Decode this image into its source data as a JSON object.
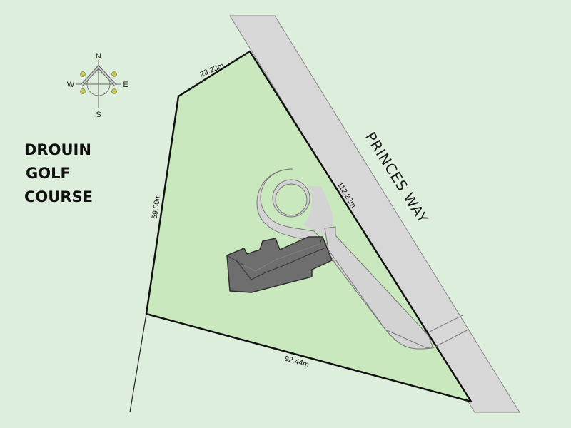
{
  "colors": {
    "background": "#ddeedd",
    "lot_fill": "#c9e8bd",
    "road_fill": "#d7d7d7",
    "driveway_fill": "#d3d3d3",
    "building_fill": "#6e6e6e",
    "boundary": "#111111"
  },
  "golf_course": {
    "line1": "DROUIN",
    "line2": "GOLF",
    "line3": "COURSE"
  },
  "road": {
    "name": "PRINCES WAY"
  },
  "dimensions": {
    "north": "23.23m",
    "west": "59.00m",
    "south": "92.44m",
    "east": "112.22m"
  },
  "compass": {
    "north": "N",
    "south": "S",
    "east": "E",
    "west": "W"
  },
  "icons": {
    "compass": "compass-rose-icon"
  }
}
